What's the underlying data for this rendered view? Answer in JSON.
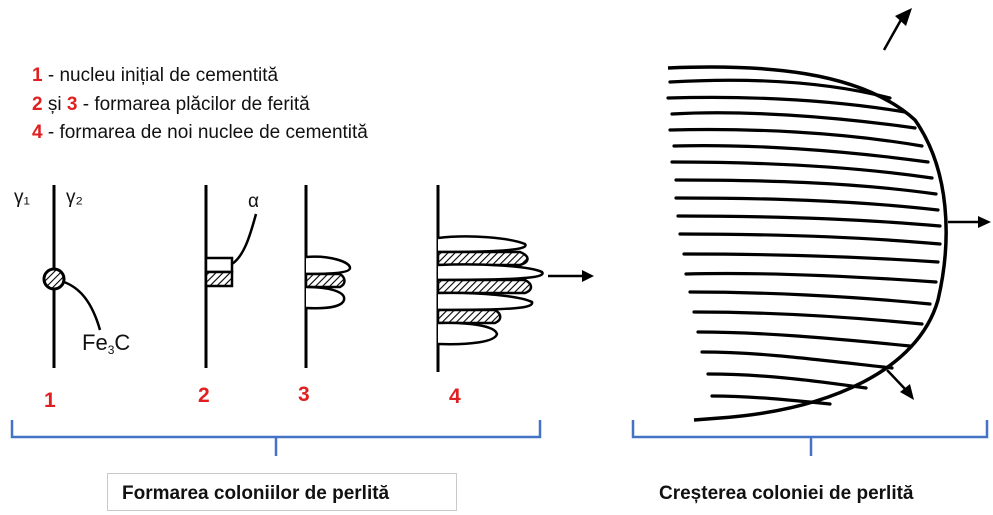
{
  "legend": {
    "item1": {
      "key": "1",
      "text": " - nucleu inițial de cementită"
    },
    "item2": {
      "key_a": "2",
      "mid": " și ",
      "key_b": "3",
      "text": " - formarea plăcilor de ferită"
    },
    "item3": {
      "key": "4",
      "text": " - formarea de noi nuclee de cementită"
    }
  },
  "labels": {
    "gamma1": "γ₁",
    "gamma2": "γ₂",
    "alpha": "α",
    "fe": "Fe",
    "fe_sub": "3",
    "c": "C"
  },
  "stages": [
    "1",
    "2",
    "3",
    "4"
  ],
  "captions": {
    "left": "Formarea coloniilor de perlită",
    "right": "Creșterea coloniei de perlită"
  },
  "colors": {
    "accent_red": "#e02020",
    "bracket_blue": "#4472c4"
  }
}
